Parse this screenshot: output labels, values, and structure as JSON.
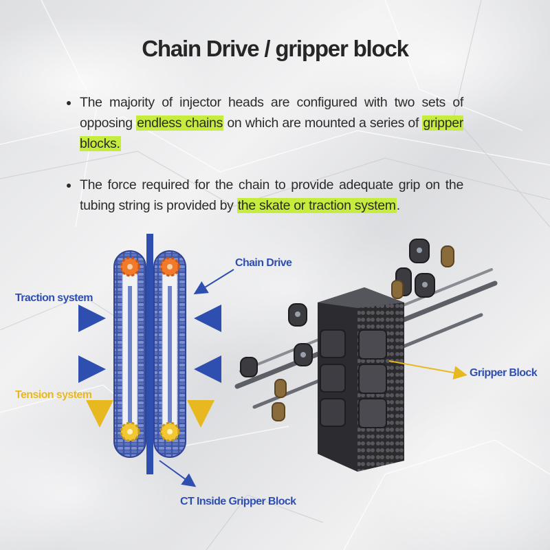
{
  "title": "Chain Drive / gripper block",
  "bullets": [
    {
      "parts": [
        {
          "text": "The majority of injector heads are configured with two sets of opposing ",
          "highlight": false
        },
        {
          "text": "endless chains",
          "highlight": true
        },
        {
          "text": " on which are mounted a series of ",
          "highlight": false
        },
        {
          "text": "gripper blocks.",
          "highlight": true
        }
      ]
    },
    {
      "parts": [
        {
          "text": "The force required for the chain to provide adequate grip on the tubing string is provided by ",
          "highlight": false
        },
        {
          "text": "the skate or traction system",
          "highlight": true
        },
        {
          "text": ".",
          "highlight": false
        }
      ]
    }
  ],
  "labels": {
    "chain_drive": "Chain Drive",
    "traction_system": "Traction system",
    "tension_system": "Tension system",
    "ct_inside": "CT Inside Gripper Block",
    "gripper_block": "Gripper Block"
  },
  "colors": {
    "accent_blue": "#2f4fb0",
    "title_underline": "#5a6fc6",
    "highlight": "#c6ec3e",
    "tension_yellow": "#e8b820",
    "sprocket_orange": "#f07a2a"
  }
}
